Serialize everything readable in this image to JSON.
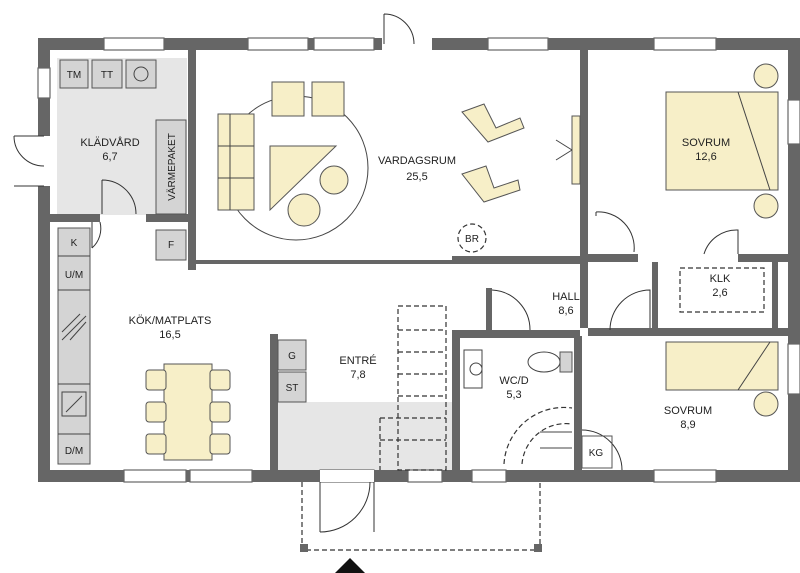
{
  "rooms": {
    "kladvard": {
      "name": "KLÄDVÅRD",
      "area": "6,7"
    },
    "vardagsrum": {
      "name": "VARDAGSRUM",
      "area": "25,5"
    },
    "sovrum_top": {
      "name": "SOVRUM",
      "area": "12,6"
    },
    "klk": {
      "name": "KLK",
      "area": "2,6"
    },
    "hall": {
      "name": "HALL",
      "area": "8,6"
    },
    "kok": {
      "name": "KÖK/MATPLATS",
      "area": "16,5"
    },
    "entre": {
      "name": "ENTRÉ",
      "area": "7,8"
    },
    "wcd": {
      "name": "WC/D",
      "area": "5,3"
    },
    "sovrum_bottom": {
      "name": "SOVRUM",
      "area": "8,9"
    }
  },
  "fixtures": {
    "tm": "TM",
    "tt": "TT",
    "varmepaket": "VÄRMEPAKET",
    "k": "K",
    "f": "F",
    "um": "U/M",
    "dm": "D/M",
    "g": "G",
    "st": "ST",
    "kg": "KG",
    "br": "BR"
  },
  "colors": {
    "wall": "#666666",
    "furniture": "#f7efc8",
    "fixture": "#d4d4d4",
    "floor_gray": "#e6e6e6"
  }
}
